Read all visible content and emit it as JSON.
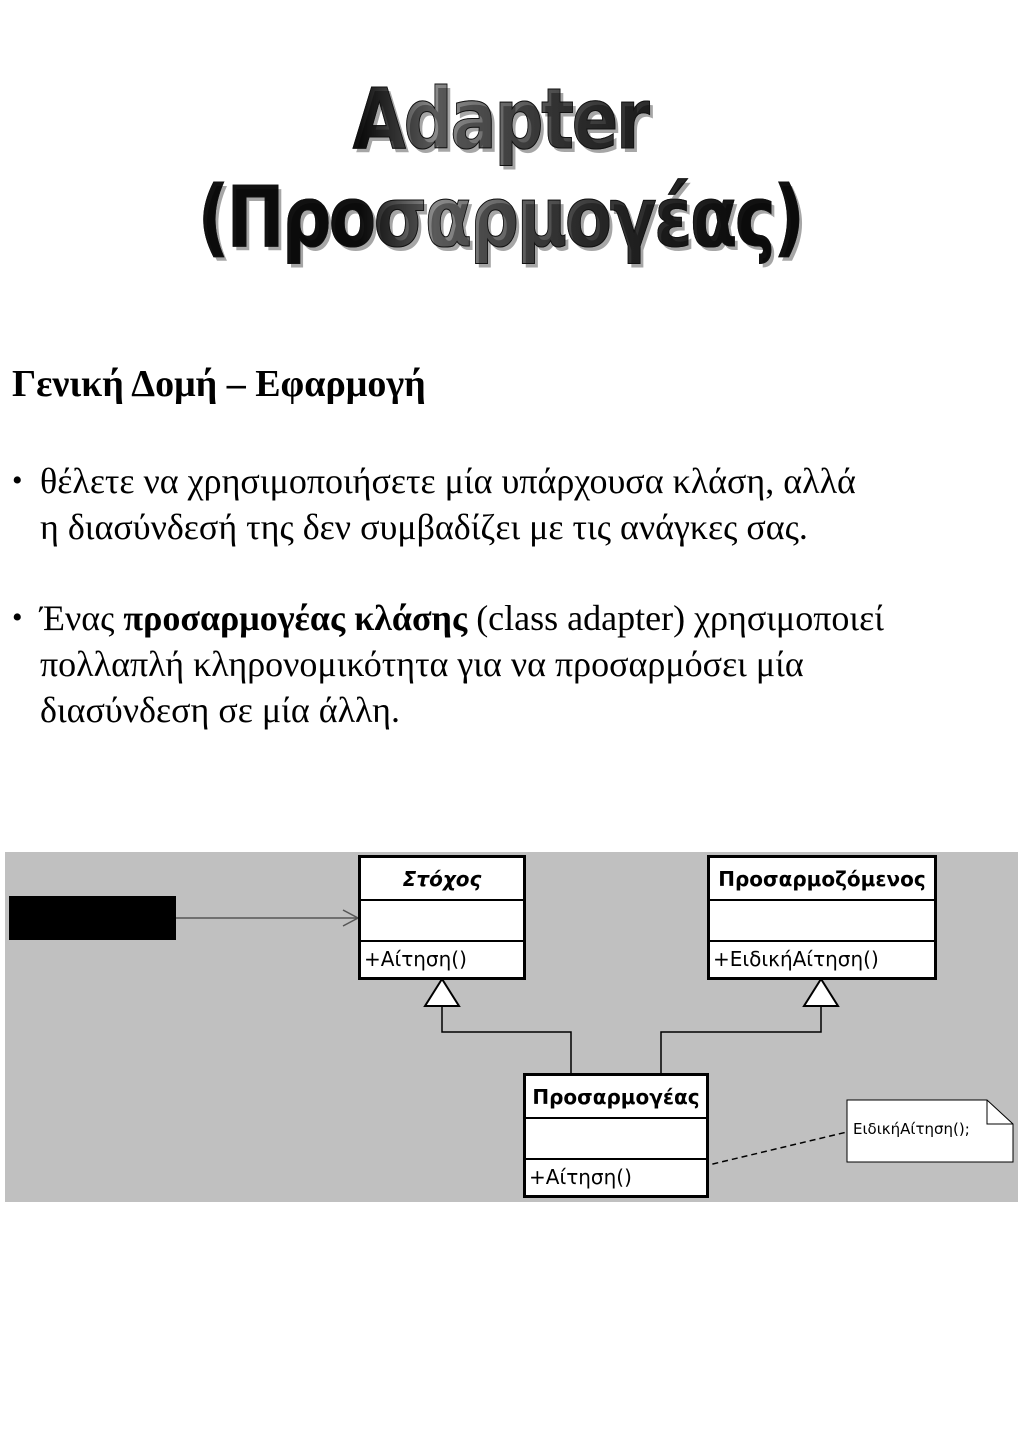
{
  "title": "Adapter (Προσαρμογέας)",
  "heading": "Γενική Δομή – Εφαρμογή",
  "bullets": [
    {
      "marker": "•",
      "text_lines": [
        "θέλετε να χρησιμοποιήσετε μία υπάρχουσα κλάση, αλλά",
        "η διασύνδεσή της δεν συμβαδίζει με τις ανάγκες σας."
      ]
    },
    {
      "marker": "•",
      "prefix": "Ένας ",
      "bold": "προσαρμογέας κλάσης",
      "suffix": " (class adapter) χρησιμοποιεί",
      "line2": "πολλαπλή κληρονομικότητα για να προσαρμόσει μία",
      "line3": "διασύνδεση σε μία άλλη."
    }
  ],
  "diagram": {
    "target": {
      "name": "Στόχος",
      "operation": "+Αίτηση()"
    },
    "adaptee": {
      "name": "Προσαρμοζόμενος",
      "operation": "+ΕιδικήΑίτηση()"
    },
    "adapter": {
      "name": "Προσαρμογέας",
      "operation": "+Αίτηση()"
    },
    "note": "ΕιδικήΑίτηση();",
    "background_color": "#c0c0c0"
  }
}
